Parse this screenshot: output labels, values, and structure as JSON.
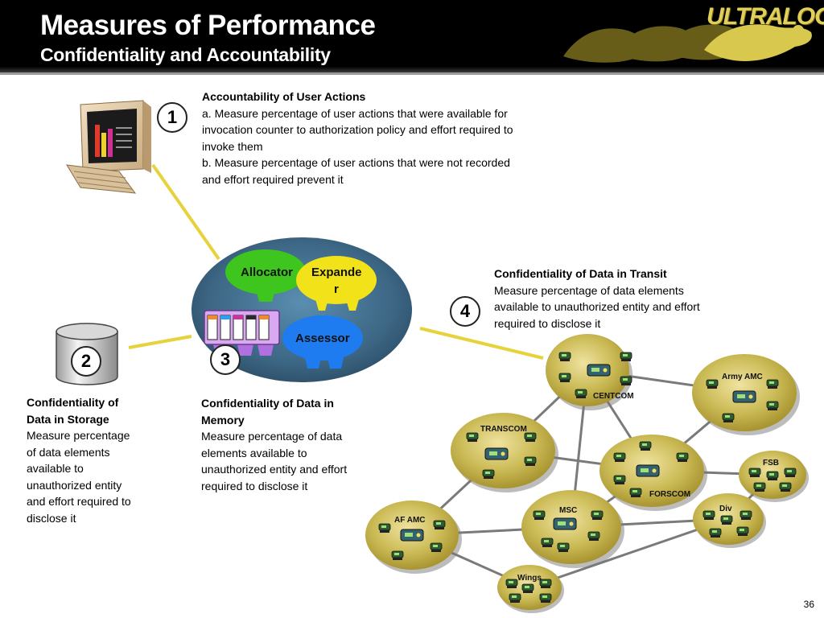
{
  "header": {
    "title": "Measures of Performance",
    "subtitle": "Confidentiality and Accountability",
    "logo_text": "ULTRALOG"
  },
  "markers": [
    "1",
    "2",
    "3",
    "4"
  ],
  "sections": {
    "accountability": {
      "heading": "Accountability of User Actions",
      "line_a": "a. Measure percentage of user actions that were available for invocation counter to authorization policy and effort required to invoke them",
      "line_b": "b. Measure percentage of user actions that were not recorded and effort required prevent it"
    },
    "storage": {
      "heading": "Confidentiality of Data in Storage",
      "body": "Measure percentage of data elements available to unauthorized entity and effort required to disclose it"
    },
    "memory": {
      "heading": "Confidentiality of Data in Memory",
      "body": "Measure percentage of data elements available to unauthorized entity and effort required to disclose it"
    },
    "transit": {
      "heading": "Confidentiality of Data in Transit",
      "body": "Measure percentage of data elements available to unauthorized entity and effort required to disclose it"
    }
  },
  "agent_bubbles": {
    "allocator": "Allocator",
    "expander_1": "Expande",
    "expander_2": "r",
    "assessor": "Assessor"
  },
  "network_nodes": {
    "centcom": "CENTCOM",
    "army_amc": "Army AMC",
    "transcom": "TRANSCOM",
    "forscom": "FORSCOM",
    "fsb": "FSB",
    "msc": "MSC",
    "div": "Div",
    "af_amc": "AF AMC",
    "wings": "Wings"
  },
  "page_number": "36",
  "colors": {
    "header_bg": "#000000",
    "logo_gold": "#e0cf5a",
    "connector_yellow": "#e6d23a",
    "node_gold": "#c8b84a",
    "society_bg": "#3f6a86",
    "allocator_green": "#3ec51e",
    "expander_yellow": "#f2e21a",
    "assessor_blue": "#1e7cf0"
  }
}
